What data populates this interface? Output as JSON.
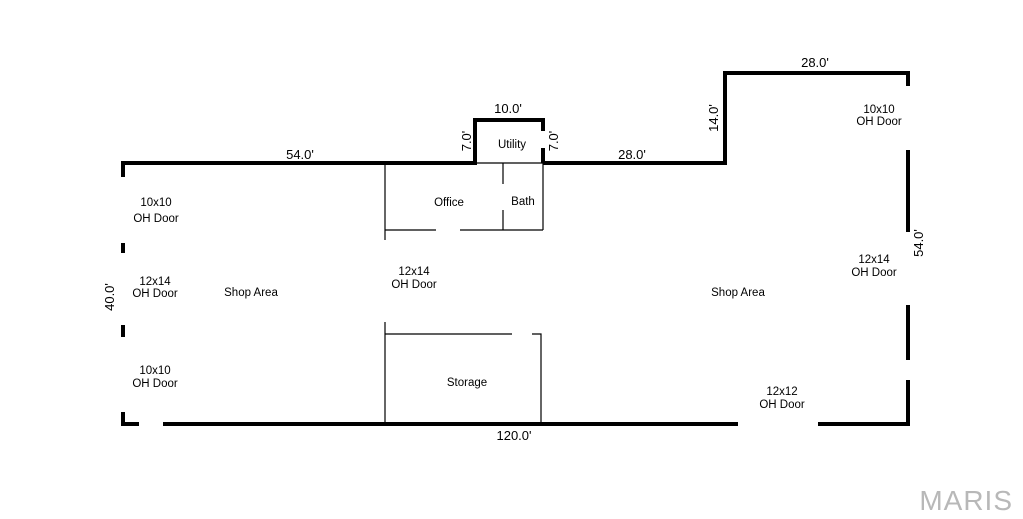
{
  "dimensions": {
    "top_left": "54.0'",
    "utility_top": "10.0'",
    "utility_left": "7.0'",
    "utility_right": "7.0'",
    "top_middle": "28.0'",
    "step_up": "14.0'",
    "top_right": "28.0'",
    "right_side": "54.0'",
    "left_side": "40.0'",
    "bottom": "120.0'"
  },
  "rooms": {
    "utility": "Utility",
    "office": "Office",
    "bath": "Bath",
    "storage": "Storage",
    "shop_area_left": "Shop Area",
    "shop_area_right": "Shop Area"
  },
  "doors": {
    "left_top": [
      "10x10",
      "OH Door"
    ],
    "left_middle": [
      "12x14",
      "OH Door"
    ],
    "left_bottom": [
      "10x10",
      "OH Door"
    ],
    "center": [
      "12x14",
      "OH Door"
    ],
    "right_top": [
      "10x10",
      "OH Door"
    ],
    "right_middle": [
      "12x14",
      "OH Door"
    ],
    "bottom_right": [
      "12x12",
      "OH Door"
    ]
  },
  "watermark": "MARIS"
}
